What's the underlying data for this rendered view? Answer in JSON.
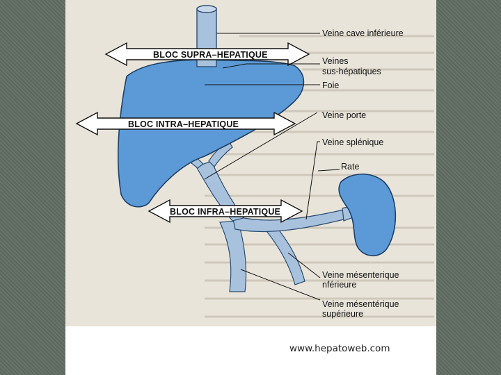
{
  "labels": {
    "vci": "Veine cave inférieure",
    "veines": "Veines",
    "sus_hep": "sus-hépatiques",
    "foie": "Foie",
    "porte": "Veine porte",
    "splenique": "Veine splénique",
    "rate": "Rate",
    "mes_inf_1": "Veine mésenterique",
    "mes_inf_2": "nférieure",
    "mes_sup_1": "Veine mésentérique",
    "mes_sup_2": "supérieure"
  },
  "blocs": {
    "supra": "BLOC SUPRA–HEPATIQUE",
    "intra": "BLOC INTRA–HEPATIQUE",
    "infra": "BLOC INFRA–HEPATIQUE"
  },
  "credit": "www.hepatoweb.com",
  "colors": {
    "organ": "#5b9ad6",
    "organ_stroke": "#1d3f66",
    "vessel": "#a8c2de",
    "paper": "#e9e4da"
  }
}
